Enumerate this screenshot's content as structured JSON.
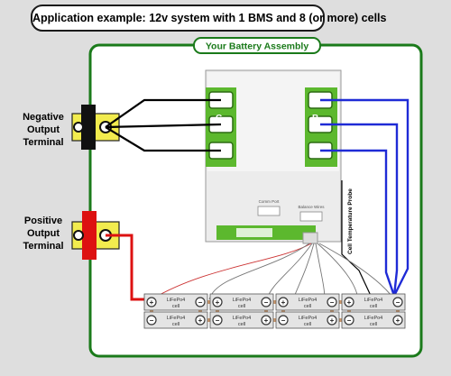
{
  "title": "Application example: 12v system with 1 BMS and 8 (or more) cells",
  "assembly_label": "Your Battery Assembly",
  "negative_terminal_label": [
    "Negative",
    "Output",
    "Terminal"
  ],
  "positive_terminal_label": [
    "Positive",
    "Output",
    "Terminal"
  ],
  "bms": {
    "c_minus_label": "C-",
    "b_minus_label": "B-",
    "comm_port_label": "Comm Port",
    "balance_wires_label": "Balance Wires",
    "temp_probe_label": "Cell Temperature Probe"
  },
  "cell": {
    "line1": "LiFePo4",
    "line2": "cell",
    "plus": "+",
    "minus": "−"
  },
  "colors": {
    "background": "#dedede",
    "assembly_border": "#1a7a1a",
    "bms_green": "#5cb82e",
    "negative_wire": "#000000",
    "positive_wire": "#dd1111",
    "b_minus_wire": "#1f2bd6",
    "terminal_yellow": "#f2ec4e",
    "cell_fill": "#e4e4e4",
    "busbar": "#c78a55"
  }
}
